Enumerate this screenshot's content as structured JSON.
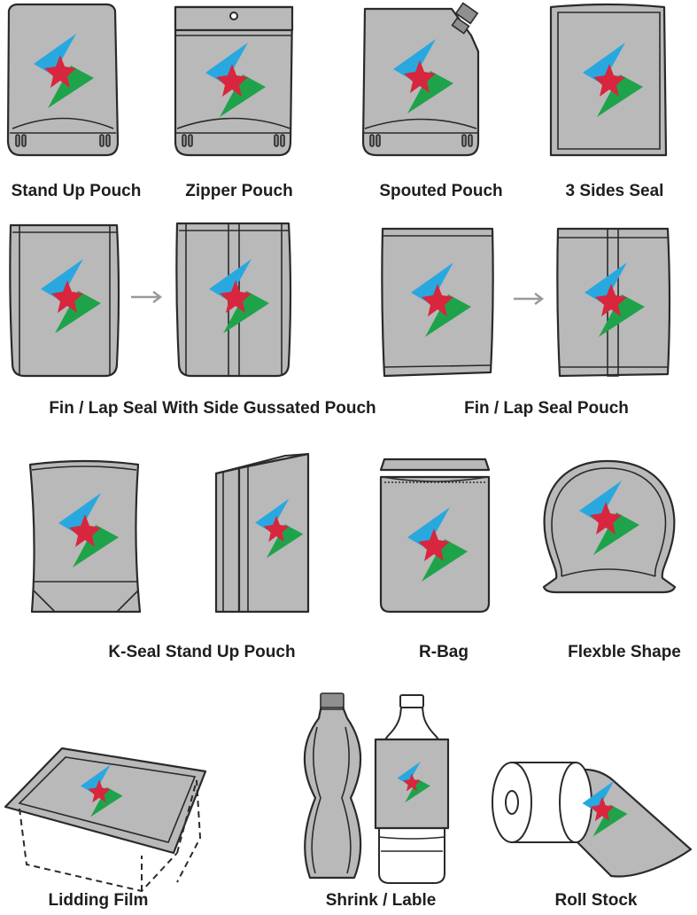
{
  "colors": {
    "bag_fill": "#b9b9b9",
    "outline": "#2a2a2a",
    "logo_blue": "#29a8e0",
    "logo_green": "#1fa34a",
    "logo_red": "#d7263d",
    "arrow": "#9a9a9a"
  },
  "logo": {
    "icon": "lightning-star-logo-icon"
  },
  "labels": {
    "stand_up_pouch": "Stand Up Pouch",
    "zipper_pouch": "Zipper Pouch",
    "spouted_pouch": "Spouted Pouch",
    "three_sides_seal": "3 Sides Seal",
    "fin_lap_side_gusset": "Fin / Lap Seal With Side Gussated Pouch",
    "fin_lap_pouch": "Fin / Lap Seal Pouch",
    "k_seal": "K-Seal Stand Up Pouch",
    "r_bag": "R-Bag",
    "flexible_shape": "Flexble Shape",
    "lidding_film": "Lidding Film",
    "shrink_label": "Shrink / Lable",
    "roll_stock": "Roll Stock"
  }
}
